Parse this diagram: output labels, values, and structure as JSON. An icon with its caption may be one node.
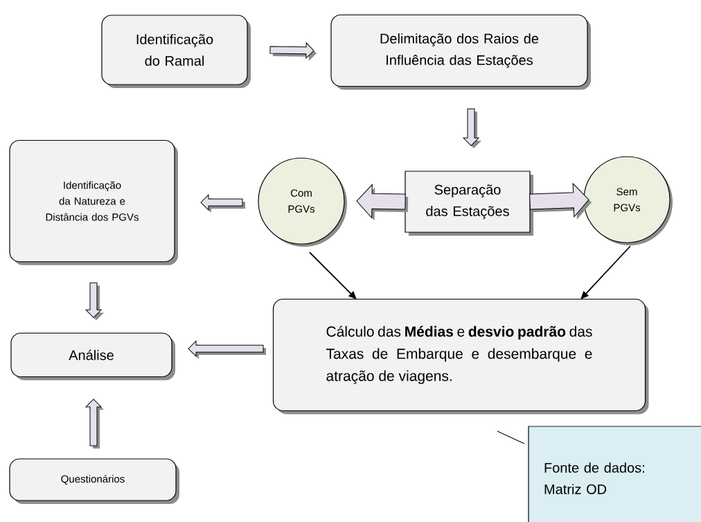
{
  "diagram": {
    "nodes": [
      {
        "text": [
          "Identificação do Ramal"
        ]
      },
      {
        "text": [
          "Delimitação dos Raios de Influência das Estações"
        ]
      },
      {
        "text": [
          "Identificação da Natureza e Distância dos PGVs"
        ]
      },
      {
        "text": [
          "Com PGVs"
        ]
      },
      {
        "text": [
          "Separação das Estações"
        ]
      },
      {
        "text": [
          "Sem PGVs"
        ]
      },
      {
        "text": [
          "Cálculo das **Médias** e **desvio padrão** das Taxas de Embarque e desembarque e atração de viagens."
        ]
      },
      {
        "text": [
          "Análise"
        ]
      },
      {
        "text": [
          "Questionários"
        ]
      },
      {
        "text": [
          "Fonte de dados:",
          "Matriz OD"
        ]
      }
    ],
    "edges": [
      {
        "from": 0,
        "to": 1,
        "arrow": "to"
      },
      {
        "from": 1,
        "to": 4,
        "arrow": "to"
      },
      {
        "from": 3,
        "to": 2,
        "arrow": "to"
      },
      {
        "from": 4,
        "to": 3,
        "arrow": "to"
      },
      {
        "from": 4,
        "to": 5,
        "arrow": "to"
      },
      {
        "from": 3,
        "to": 6,
        "arrow": "to"
      },
      {
        "from": 5,
        "to": 6,
        "arrow": "to"
      },
      {
        "from": 6,
        "to": 7,
        "arrow": "to"
      },
      {
        "from": 2,
        "to": 7,
        "arrow": "to"
      },
      {
        "from": 8,
        "to": 7,
        "arrow": "to"
      },
      {
        "from": 9,
        "to": 6,
        "arrow": "none"
      }
    ]
  }
}
